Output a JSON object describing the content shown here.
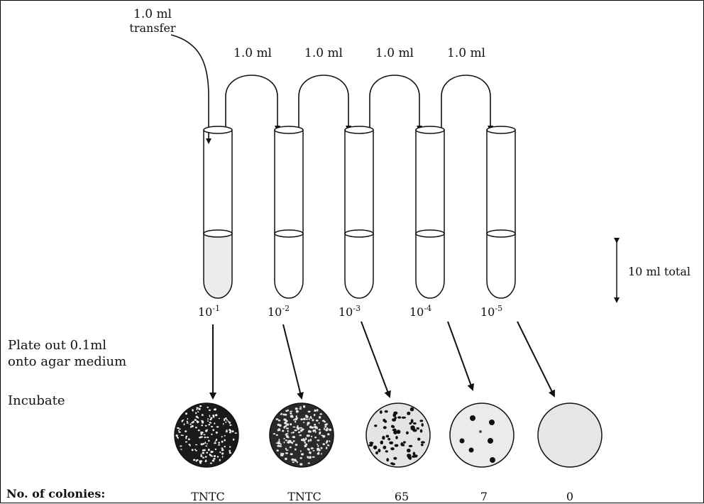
{
  "initial_transfer": {
    "line1": "1.0 ml",
    "line2": "transfer"
  },
  "transfers": [
    "1.0 ml",
    "1.0 ml",
    "1.0 ml",
    "1.0 ml"
  ],
  "tubes": [
    {
      "base": "10",
      "exp": "-1"
    },
    {
      "base": "10",
      "exp": "-2"
    },
    {
      "base": "10",
      "exp": "-3"
    },
    {
      "base": "10",
      "exp": "-4"
    },
    {
      "base": "10",
      "exp": "-5"
    }
  ],
  "volume_label": "10 ml total",
  "plate_instruction": {
    "line1": "Plate out 0.1ml",
    "line2": "onto agar medium"
  },
  "incubate_label": "Incubate",
  "colonies_label": "No. of colonies:",
  "colony_counts": [
    "TNTC",
    "TNTC",
    "65",
    "7",
    "0"
  ],
  "colors": {
    "ink": "#111111",
    "dots": "#1a1a1a",
    "plate_light": "#e6e6e6",
    "liquid": "#eeeeee"
  }
}
